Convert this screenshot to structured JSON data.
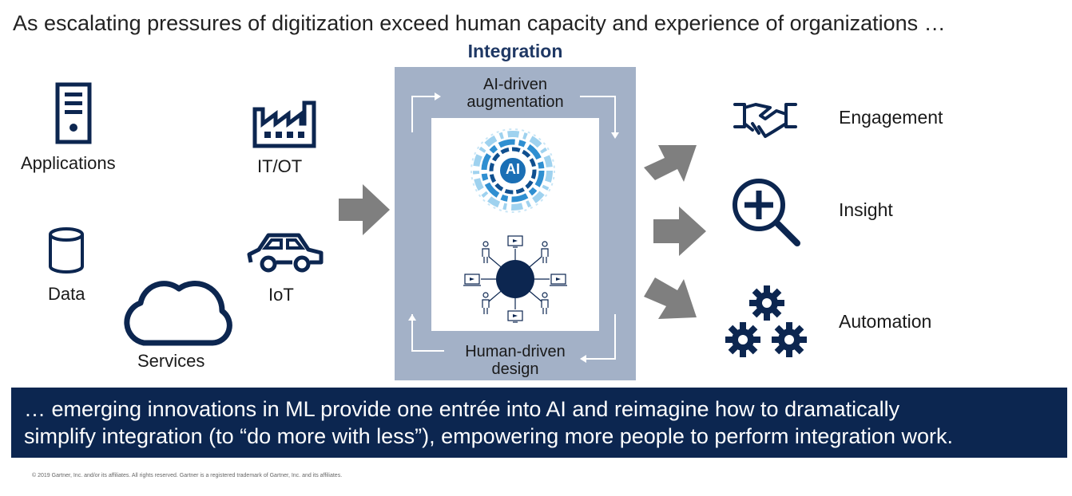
{
  "headline": "As escalating pressures of digitization exceed human capacity and experience of organizations …",
  "integration": {
    "title": "Integration",
    "top_label_line1": "AI-driven",
    "top_label_line2": "augmentation",
    "bottom_label_line1": "Human-driven",
    "bottom_label_line2": "design",
    "ai_badge": "AI"
  },
  "sources": {
    "applications": "Applications",
    "it_ot": "IT/OT",
    "data": "Data",
    "iot": "IoT",
    "services": "Services"
  },
  "outcomes": {
    "engagement": "Engagement",
    "insight": "Insight",
    "automation": "Automation"
  },
  "banner": {
    "line1": "… emerging innovations in ML provide one entrée into AI and reimagine how to dramatically",
    "line2": "simplify integration (to “do more with less”), empowering more people to perform integration work."
  },
  "copyright": "© 2019 Gartner, Inc. and/or its affiliates. All rights reserved. Gartner is a registered trademark of Gartner, Inc. and its affiliates.",
  "colors": {
    "navy": "#0c2650",
    "icon": "#1f3864",
    "box": "#a3b1c7",
    "arrow": "#7f7f7f"
  }
}
